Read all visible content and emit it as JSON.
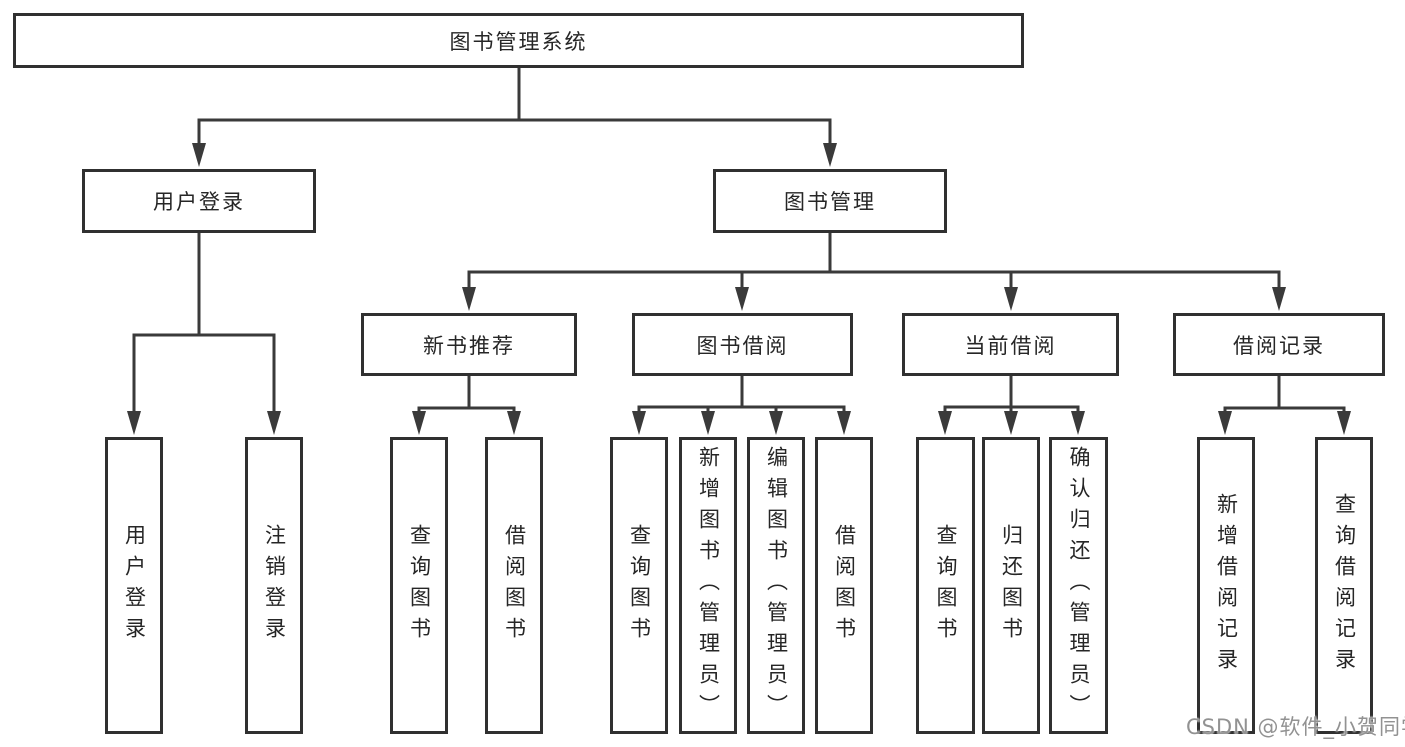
{
  "tree": {
    "label": "图书管理系统",
    "children": [
      {
        "label": "用户登录",
        "children": [
          {
            "label": "用户登录"
          },
          {
            "label": "注销登录"
          }
        ]
      },
      {
        "label": "图书管理",
        "children": [
          {
            "label": "新书推荐",
            "children": [
              {
                "label": "查询图书"
              },
              {
                "label": "借阅图书"
              }
            ]
          },
          {
            "label": "图书借阅",
            "children": [
              {
                "label": "查询图书"
              },
              {
                "label": "新增图书（管理员）"
              },
              {
                "label": "编辑图书（管理员）"
              },
              {
                "label": "借阅图书"
              }
            ]
          },
          {
            "label": "当前借阅",
            "children": [
              {
                "label": "查询图书"
              },
              {
                "label": "归还图书"
              },
              {
                "label": "确认归还（管理员）"
              }
            ]
          },
          {
            "label": "借阅记录",
            "children": [
              {
                "label": "新增借阅记录"
              },
              {
                "label": "查询借阅记录"
              }
            ]
          }
        ]
      }
    ]
  },
  "watermark": {
    "text": "CSDN @软件_小贺同学"
  },
  "colors": {
    "line": "#3a3a3a",
    "box_border": "#303030",
    "box_fill": "#ffffff",
    "text": "#262626",
    "watermark": "#929292",
    "background": "#ffffff"
  }
}
